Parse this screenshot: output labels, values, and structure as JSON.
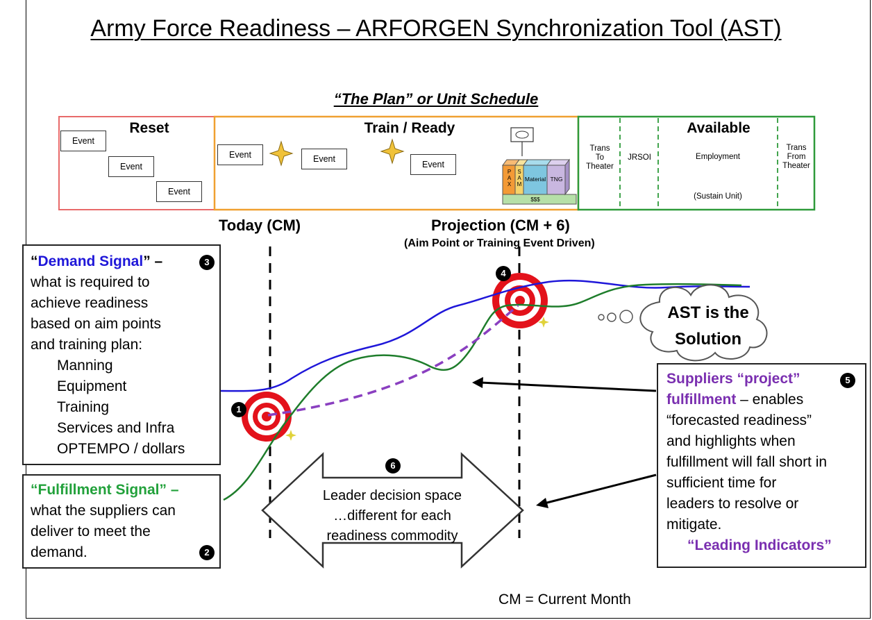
{
  "title": "Army Force Readiness – ARFORGEN Synchronization Tool (AST)",
  "subtitle": "“The Plan” or Unit Schedule",
  "schedule": {
    "reset": {
      "heading": "Reset",
      "events": [
        "Event",
        "Event",
        "Event"
      ]
    },
    "train_ready": {
      "heading": "Train / Ready",
      "events": [
        "Event",
        "Event",
        "Event"
      ],
      "bins": {
        "p": "P\nA\nX",
        "s": "S\nA\nM",
        "material": "Material",
        "tng": "TNG",
        "money": "$$$"
      }
    },
    "available": {
      "heading": "Available",
      "trans_to": "Trans\nTo\nTheater",
      "jrsoi": "JRSOI",
      "employment": "Employment",
      "sustain": "(Sustain Unit)",
      "trans_from": "Trans\nFrom\nTheater"
    }
  },
  "timeline": {
    "today": "Today (CM)",
    "projection": "Projection (CM + 6)",
    "projection_sub": "(Aim Point or Training Event Driven)",
    "footnote": "CM = Current Month"
  },
  "demand_box": {
    "lead": "“",
    "highlight": "Demand Signal",
    "tail": "” –",
    "lines": [
      "what is required to",
      "achieve readiness",
      "based on aim points",
      "and training plan:"
    ],
    "items": [
      "Manning",
      "Equipment",
      "Training",
      "Services and Infra",
      "OPTEMPO / dollars"
    ],
    "badge": "3"
  },
  "fulfillment_box": {
    "highlight": "“Fulfillment Signal” –",
    "lines": [
      "what the suppliers can",
      "deliver to meet the",
      "demand."
    ],
    "badge": "2"
  },
  "suppliers_box": {
    "highlight1": "Suppliers “project”",
    "highlight2": "fulfillment",
    "rest1": " – enables",
    "lines": [
      "“forecasted readiness”",
      "and highlights when",
      "fulfillment will fall short in",
      "sufficient time for",
      "leaders to resolve or",
      "mitigate."
    ],
    "indicator": "“Leading Indicators”",
    "badge": "5"
  },
  "decision_space": {
    "lines": [
      "Leader  decision space",
      "…different for each",
      "readiness commodity"
    ],
    "badge": "6"
  },
  "cloud": {
    "lines": [
      "AST is the",
      "Solution"
    ]
  },
  "badges": {
    "b1": "1",
    "b4": "4"
  },
  "colors": {
    "demand": "#1f17d9",
    "fulfillment": "#1e7d2b",
    "projection": "#7a2fb0",
    "reset_border": "#e86a6a",
    "train_border": "#f0a030",
    "available_border": "#2e9a3a",
    "target_red": "#e3121b"
  }
}
